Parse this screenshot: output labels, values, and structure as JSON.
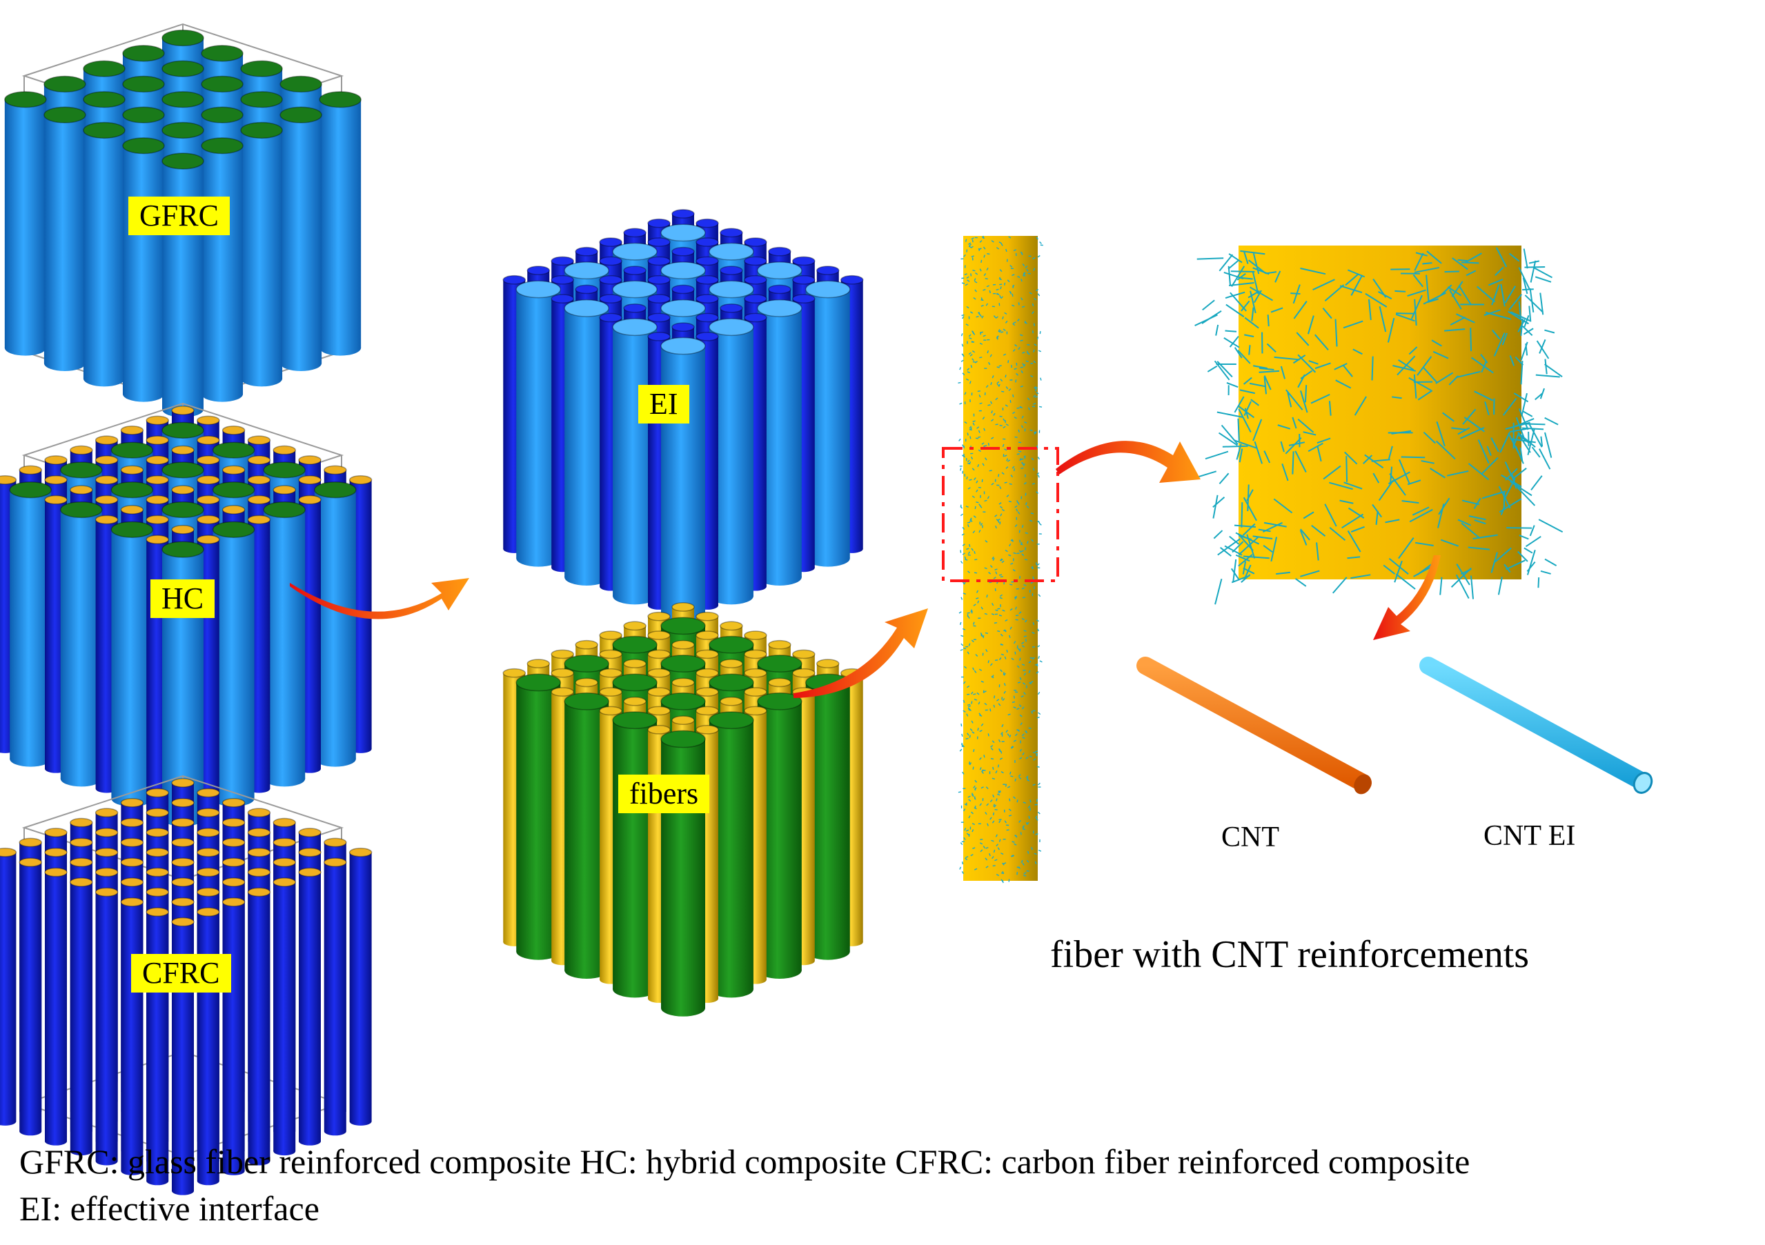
{
  "labels": {
    "gfrc": "GFRC",
    "hc": "HC",
    "cfrc": "CFRC",
    "ei": "EI",
    "fibers": "fibers",
    "cnt": "CNT",
    "cnt_ei": "CNT EI",
    "fiber_caption": "fiber with CNT reinforcements"
  },
  "legend": {
    "line1": "GFRC: glass fiber reinforced composite   HC: hybrid composite   CFRC: carbon fiber reinforced composite",
    "line2": "EI: effective interface"
  },
  "colors": {
    "glass_fiber": "#1e90e0",
    "glass_fiber_top": "#1a7a1a",
    "carbon_interface": "#0a14c8",
    "carbon_fiber_top": "#f0b020",
    "fiber_yellow": "#e8c010",
    "fiber_green": "#1a8a1a",
    "cnt_orange": "#ff7a10",
    "cnt_ei_cyan": "#30c0f0",
    "label_bg": "#ffff00",
    "arrow": "#ff5010"
  }
}
